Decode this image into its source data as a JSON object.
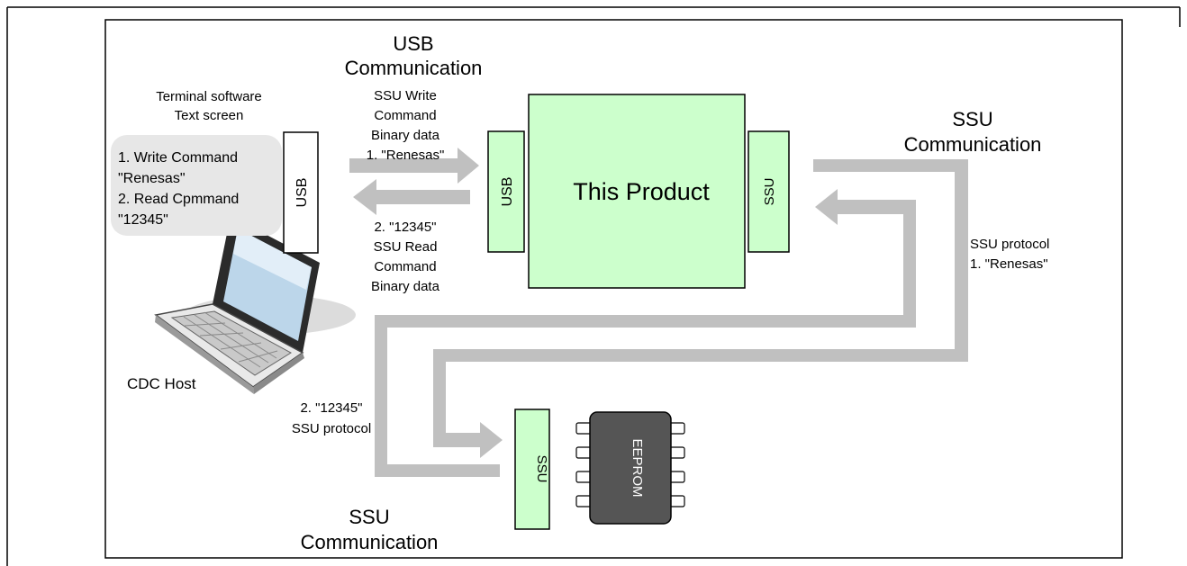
{
  "usb_comm": {
    "line1": "USB",
    "line2": "Communication"
  },
  "terminal": {
    "line1": "Terminal software",
    "line2": "Text screen"
  },
  "screen_text": [
    "1. Write Command",
    "\"Renesas\"",
    "2. Read Cpmmand",
    "\"12345\""
  ],
  "host_usb_label": "USB",
  "usb_write_label": [
    "SSU Write",
    "Command",
    "Binary data",
    "1. \"Renesas\""
  ],
  "usb_read_label": [
    "2. \"12345\"",
    "SSU Read",
    "Command",
    "Binary data"
  ],
  "product": {
    "name": "This Product",
    "left_port": "USB",
    "right_port": "SSU"
  },
  "ssu_comm_right": {
    "line1": "SSU",
    "line2": "Communication"
  },
  "ssu_protocol_right": [
    "SSU protocol",
    "1. \"Renesas\""
  ],
  "cdc_host": "CDC Host",
  "ssu_protocol_left": [
    "2. \"12345\"",
    "SSU protocol"
  ],
  "ssu_comm_bottom": {
    "line1": "SSU",
    "line2": "Communication"
  },
  "eeprom": {
    "name": "EEPROM",
    "port": "SSU"
  },
  "colors": {
    "block_fill": "#ccffcc",
    "arrow": "#c0c0c0",
    "chip": "#555555"
  }
}
